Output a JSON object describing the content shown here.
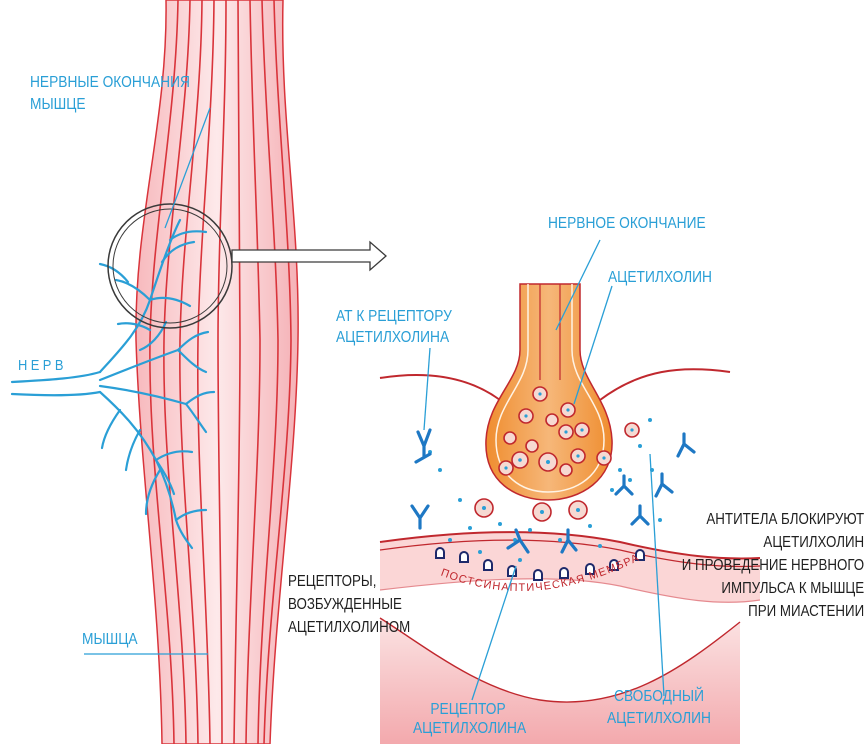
{
  "labels": {
    "nerve_endings": [
      "НЕРВНЫЕ ОКОНЧАНИЯ",
      "МЫШЦЕ"
    ],
    "nerve": "НЕРВ",
    "muscle": "МЫШЦА",
    "nerve_ending": "НЕРВНОЕ ОКОНЧАНИЕ",
    "acetylcholine": "АЦЕТИЛХОЛИН",
    "antibody_to_receptor": [
      "АТ К РЕЦЕПТОРУ",
      "АЦЕТИЛХОЛИНА"
    ],
    "antibodies_block": [
      "АНТИТЕЛА БЛОКИРУЮТ",
      "АЦЕТИЛХОЛИН",
      "И ПРОВЕДЕНИЕ НЕРВНОГО",
      "ИМПУЛЬСА К МЫШЦЕ",
      "ПРИ МИАСТЕНИИ"
    ],
    "excited_receptors": [
      "РЕЦЕПТОРЫ,",
      "ВОЗБУЖДЕННЫЕ",
      "АЦЕТИЛХОЛИНОМ"
    ],
    "postsynaptic_membrane": "ПОСТСИНАПТИЧЕСКАЯ МЕМБРАНА",
    "receptor": [
      "РЕЦЕПТОР",
      "АЦЕТИЛХОЛИНА"
    ],
    "free_acetylcholine": [
      "СВОБОДНЫЙ",
      "АЦЕТИЛХОЛИН"
    ]
  },
  "colors": {
    "label_blue": "#2a9fd6",
    "nerve_blue": "#2a9fd6",
    "muscle_fill": "#f6c9c9",
    "muscle_line": "#d9343b",
    "terminal_fill": "#f2a35a",
    "receptor_navy": "#1e2a6b",
    "text_dark": "#1f1f1f"
  }
}
